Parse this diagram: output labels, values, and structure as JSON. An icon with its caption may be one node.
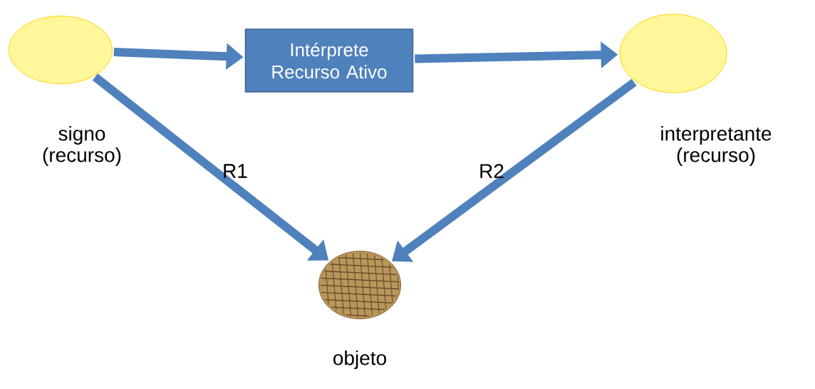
{
  "diagram": {
    "nodes": [
      {
        "text": [],
        "shape": "circle",
        "beside": [
          "signo (recurso)"
        ]
      },
      {
        "text": [
          "Intérprete Recurso Ativo"
        ]
      },
      {
        "text": [],
        "shape": "circle",
        "beside": [
          "interpretante (recurso)"
        ]
      },
      {
        "text": [],
        "shape": "circle",
        "beside": [
          "objeto"
        ]
      }
    ],
    "edges": [
      {
        "from": 0,
        "to": 1,
        "arrow": "to"
      },
      {
        "from": 1,
        "to": 2,
        "arrow": "to"
      },
      {
        "from": 0,
        "to": 3,
        "arrow": "to",
        "label": "R1"
      },
      {
        "from": 2,
        "to": 3,
        "arrow": "to",
        "label": "R2"
      }
    ]
  }
}
